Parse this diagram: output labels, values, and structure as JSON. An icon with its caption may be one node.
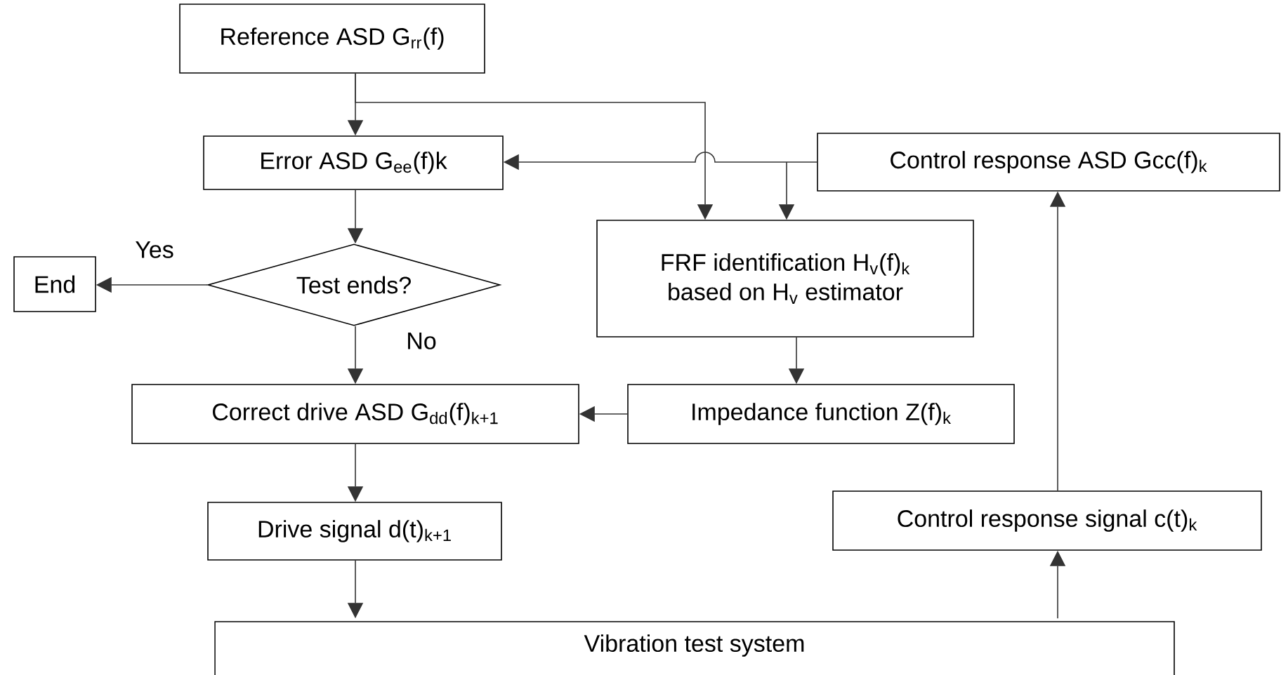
{
  "diagram": {
    "nodes": [
      {
        "text": [
          "Reference ASD G$_{rr}$(f)"
        ]
      },
      {
        "text": [
          "Error ASD G$_{ee}$(f)k"
        ]
      },
      {
        "text": [
          "Test ends?"
        ]
      },
      {
        "text": [
          "End"
        ]
      },
      {
        "text": [
          "FRF identification H$_{v}$(f)$_{k}$ based on H$_{v}$ estimator"
        ]
      },
      {
        "text": [
          "Control response ASD Gcc(f)$_{k}$"
        ]
      },
      {
        "text": [
          "Impedance function Z(f)$_{k}$"
        ]
      },
      {
        "text": [
          "Correct drive ASD G$_{dd}$(f)$_{k+1}$"
        ]
      },
      {
        "text": [
          "Drive signal d(t)$_{k+1}$"
        ]
      },
      {
        "text": [
          "Control response signal c(t)$_{k}$"
        ]
      },
      {
        "text": [
          "Vibration test system"
        ]
      }
    ],
    "edges": [
      {
        "from": 0,
        "to": 1,
        "arrow": "to"
      },
      {
        "from": 0,
        "to": 4,
        "arrow": "to"
      },
      {
        "from": 5,
        "to": 1,
        "arrow": "to"
      },
      {
        "from": 5,
        "to": 4,
        "arrow": "to"
      },
      {
        "from": 1,
        "to": 2,
        "arrow": "to"
      },
      {
        "from": 2,
        "to": 3,
        "arrow": "to",
        "label": "Yes"
      },
      {
        "from": 2,
        "to": 7,
        "arrow": "to",
        "label": "No"
      },
      {
        "from": 4,
        "to": 6,
        "arrow": "to"
      },
      {
        "from": 6,
        "to": 7,
        "arrow": "to"
      },
      {
        "from": 7,
        "to": 8,
        "arrow": "to"
      },
      {
        "from": 8,
        "to": 10,
        "arrow": "to"
      },
      {
        "from": 10,
        "to": 9,
        "arrow": "to"
      },
      {
        "from": 9,
        "to": 5,
        "arrow": "to"
      }
    ]
  }
}
